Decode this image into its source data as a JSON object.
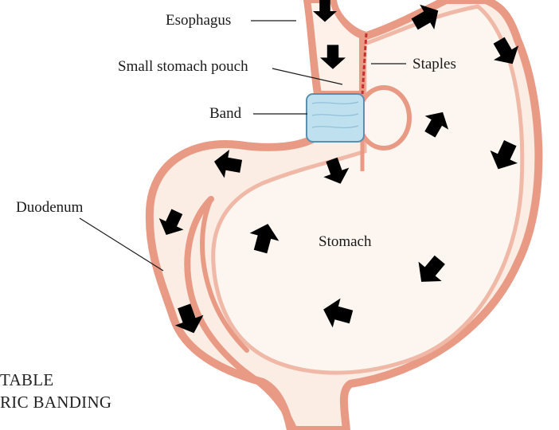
{
  "labels": {
    "esophagus": "Esophagus",
    "small_pouch": "Small stomach pouch",
    "staples": "Staples",
    "band": "Band",
    "duodenum": "Duodenum",
    "stomach": "Stomach"
  },
  "title": {
    "line1": "TABLE",
    "line2": "RIC BANDING"
  },
  "colors": {
    "tissue_outline": "#e89a85",
    "tissue_fill": "#fbece4",
    "arrow_fill": "#b9dcec",
    "band_fill": "#bfe0ef",
    "staples": "#c4302b"
  }
}
